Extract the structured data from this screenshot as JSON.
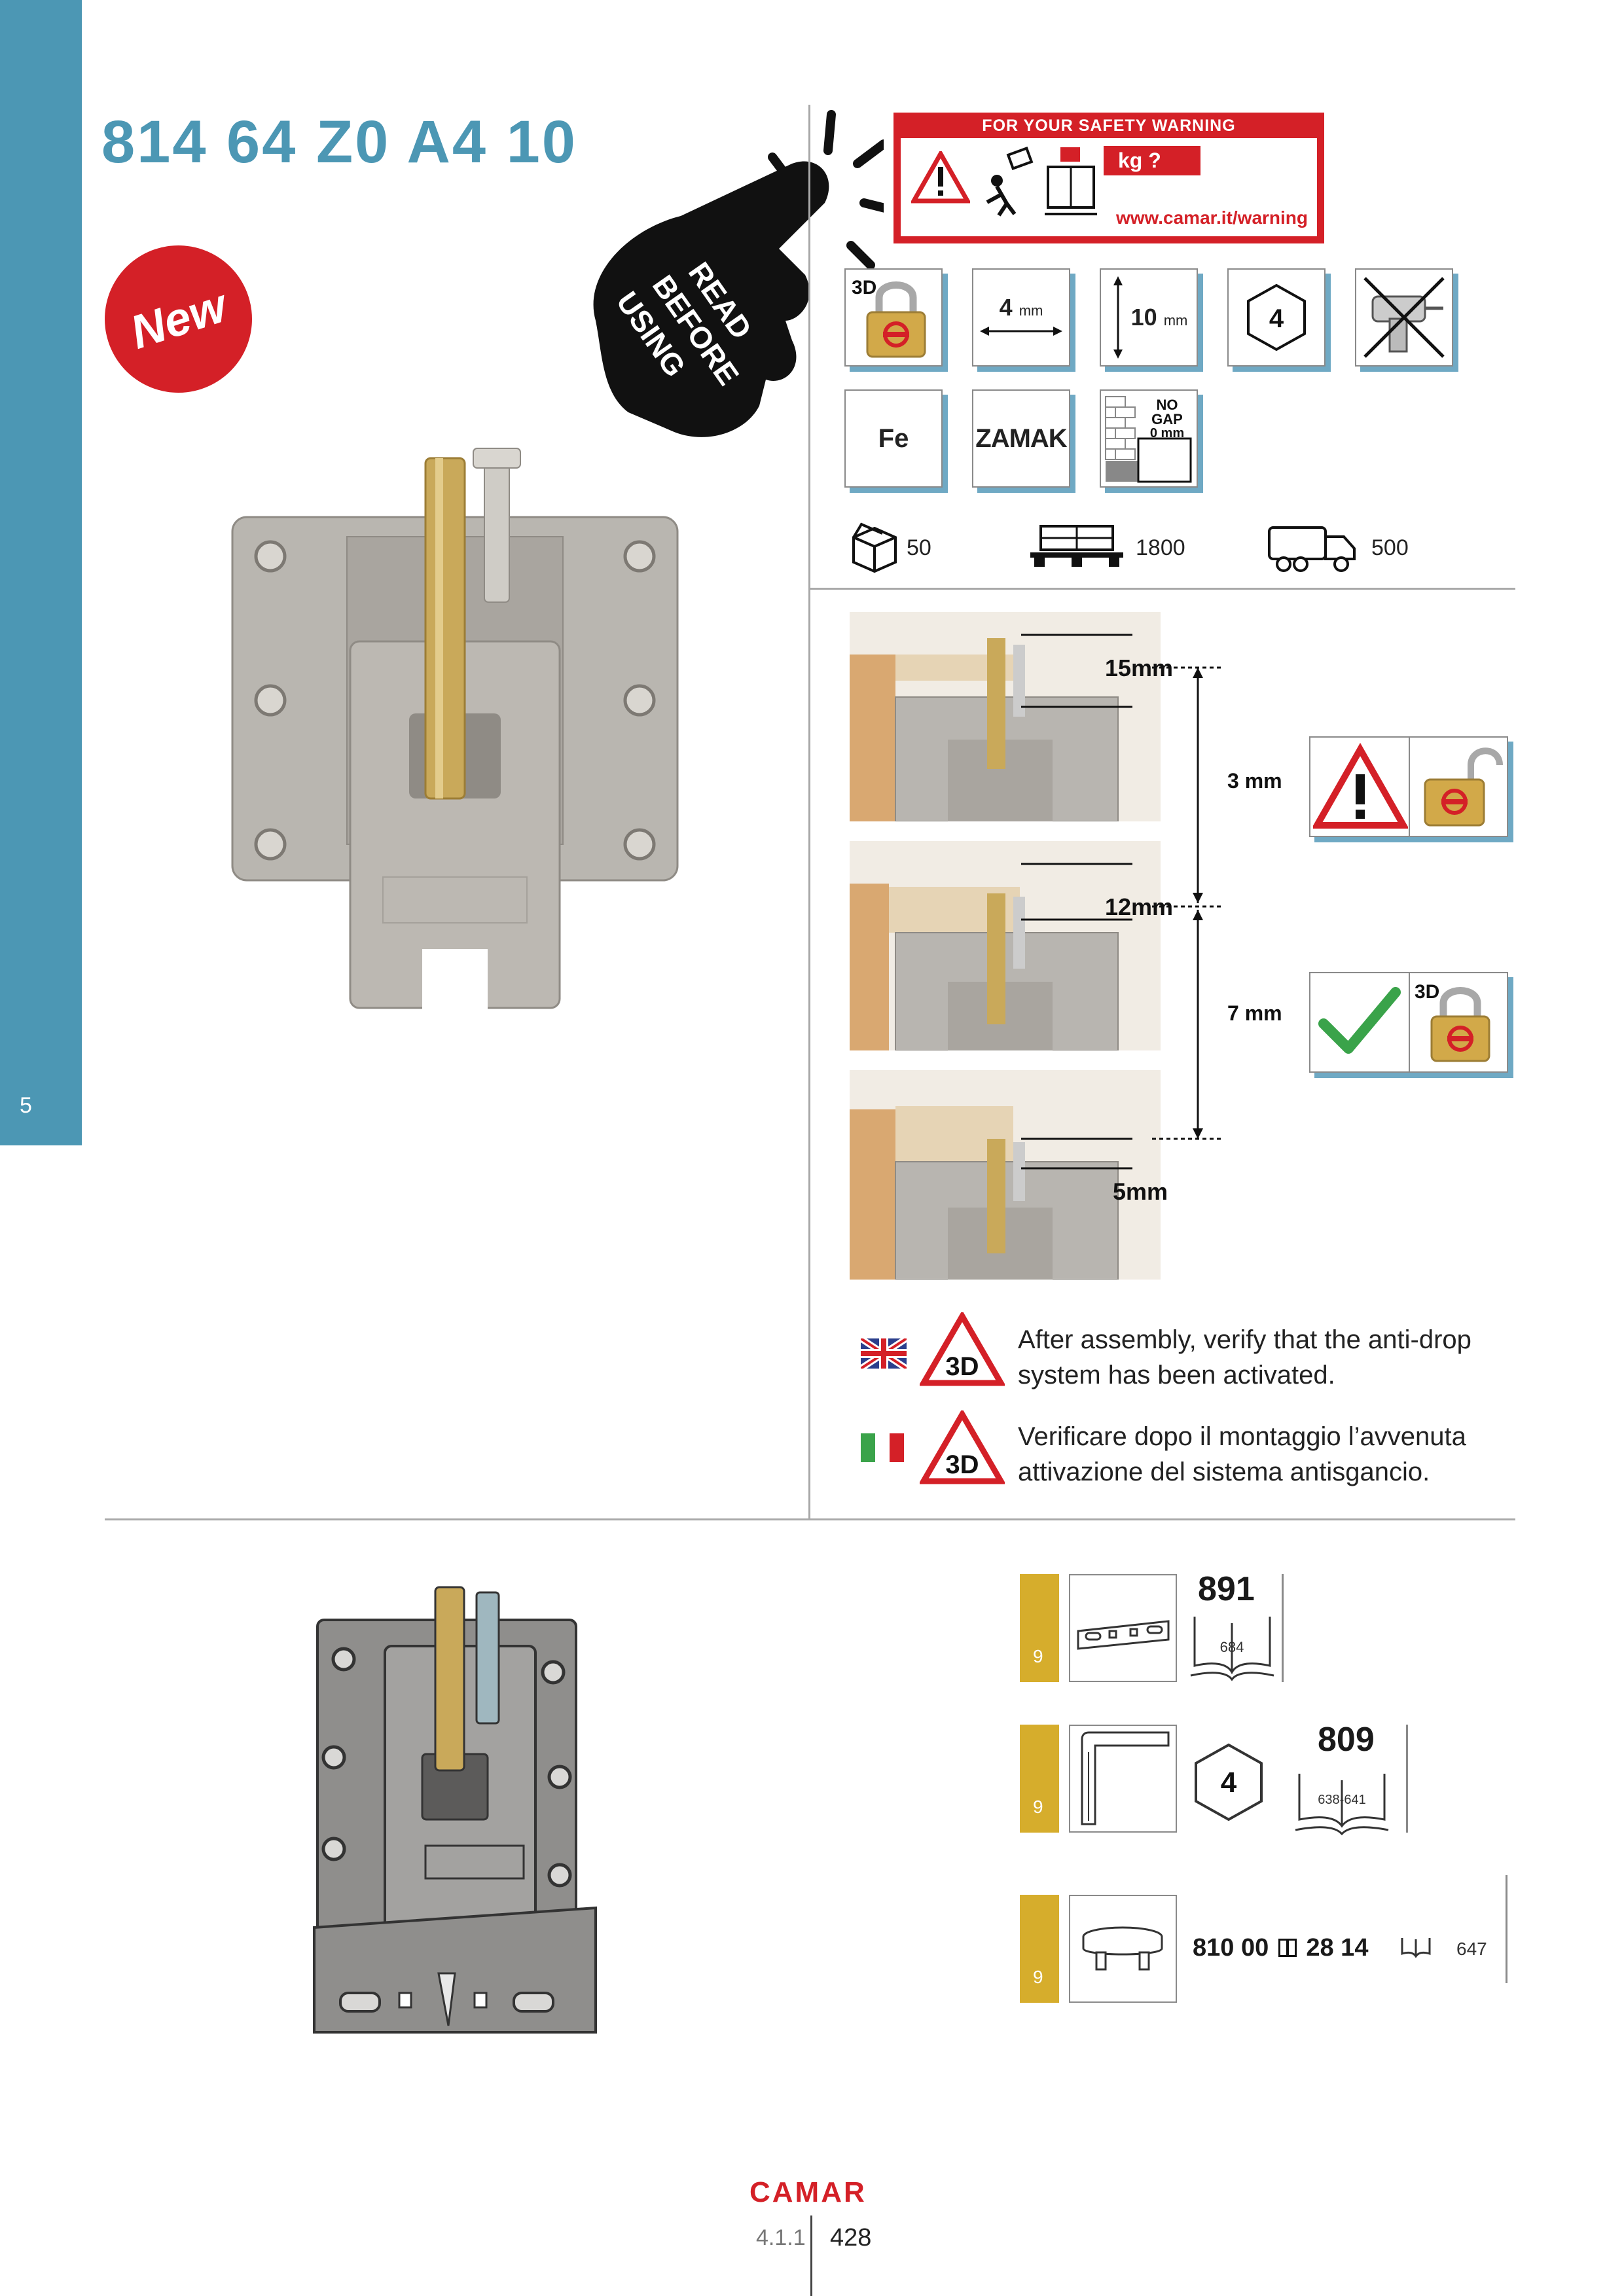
{
  "sidebar": {
    "chapter": "5"
  },
  "product": {
    "code": "814 64 Z0 A4 10",
    "badge": "New"
  },
  "warning": {
    "header": "FOR YOUR SAFETY WARNING",
    "weight_question": "kg ?",
    "link": "www.camar.it/warning",
    "hand_text": [
      "READ",
      "BEFORE",
      "USING"
    ]
  },
  "features": {
    "lock_label": "3D",
    "thickness": {
      "value": "4",
      "unit": "mm"
    },
    "height": {
      "value": "10",
      "unit": "mm"
    },
    "hex_key": "4",
    "material_1": "Fe",
    "material_2": "ZAMAK",
    "no_gap": {
      "line1": "NO",
      "line2": "GAP",
      "value": "0 mm"
    }
  },
  "packaging": {
    "box": "50",
    "pallet": "1800",
    "truck": "500"
  },
  "adjustment": {
    "heights": [
      "15mm",
      "12mm",
      "5mm"
    ],
    "ranges": [
      "3 mm",
      "7 mm"
    ],
    "lock_label": "3D"
  },
  "instructions": [
    {
      "lang": "en",
      "badge": "3D",
      "text": "After assembly, verify that the anti-drop system has been activated."
    },
    {
      "lang": "it",
      "badge": "3D",
      "text": "Verificare dopo il montaggio l’avvenuta attivazione del sistema antisgancio."
    }
  ],
  "accessories": [
    {
      "qty": "9",
      "ref": "891",
      "page": "684"
    },
    {
      "qty": "9",
      "hex": "4",
      "ref": "809",
      "page": "638-641"
    },
    {
      "qty": "9",
      "code_a": "810 00",
      "code_b": "28 14",
      "page": "647"
    }
  ],
  "brand": "CAMAR",
  "footer": {
    "section": "4.1.1",
    "page": "428"
  },
  "colors": {
    "accent": "#4c97b4",
    "red": "#d42027",
    "gold": "#d6ad2c"
  }
}
